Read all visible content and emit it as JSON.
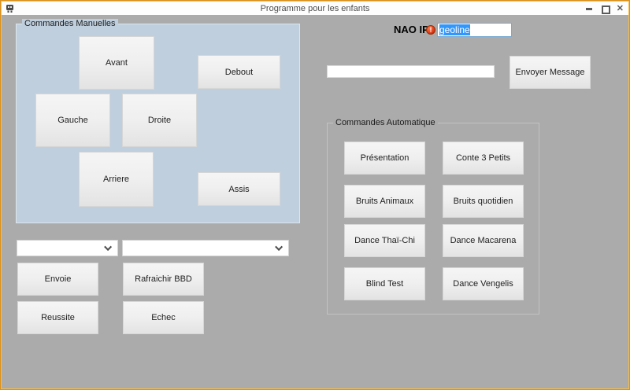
{
  "window": {
    "title": "Programme pour les enfants",
    "app_icon": "robot-icon",
    "controls": {
      "minimize": "minimize-icon",
      "maximize": "maximize-icon",
      "close": "close-icon",
      "close_glyph": "✕"
    }
  },
  "colors": {
    "frame_accent": "#e8a226",
    "titlebar_bg": "#fdfdfd",
    "client_bg": "#ababab",
    "manual_panel_bg": "#bfcfdd",
    "selection_bg": "#3297fd",
    "error_icon_red": "#d13a12",
    "button_face": "#ededed"
  },
  "nao": {
    "label": "NAO IP",
    "ip_value": "geoline",
    "error_icon": "exclamation-badge-icon"
  },
  "message": {
    "input_value": "",
    "send_button_label": "Envoyer Message"
  },
  "manual": {
    "group_label": "Commandes Manuelles",
    "buttons": [
      "Avant",
      "Debout",
      "Gauche",
      "Droite",
      "Arriere",
      "Assis"
    ]
  },
  "auto": {
    "group_label": "Commandes Automatique",
    "buttons": [
      "Présentation",
      "Conte 3 Petits",
      "Bruits Animaux",
      "Bruits quotidien",
      "Dance Thaï-Chi",
      "Dance Macarena",
      "Blind Test",
      "Dance Vengelis"
    ]
  },
  "selectors": {
    "combo1_value": "",
    "combo2_value": "",
    "chevron_icon": "chevron-down-icon"
  },
  "actions": {
    "buttons": [
      "Envoie",
      "Rafraichir BBD",
      "Reussite",
      "Echec"
    ]
  }
}
